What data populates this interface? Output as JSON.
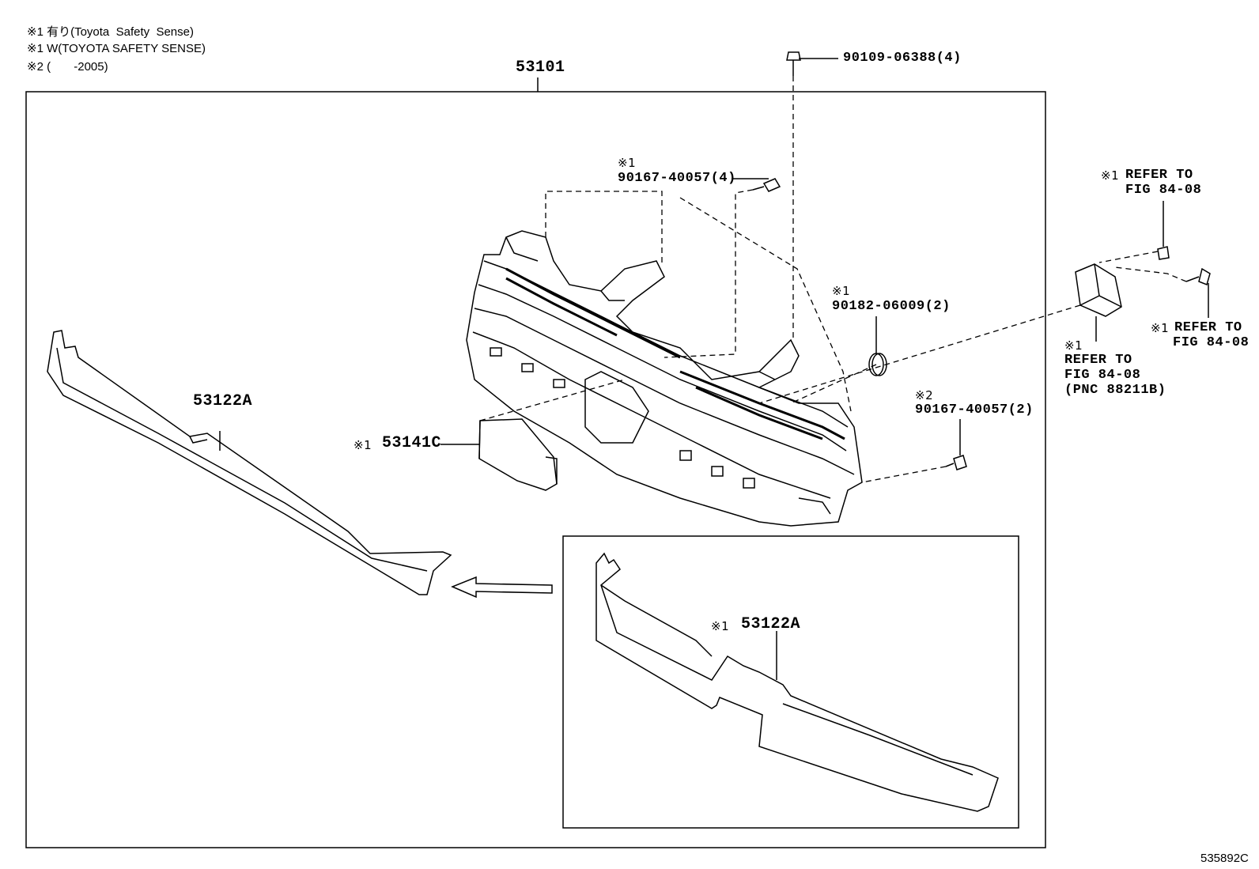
{
  "notes": [
    "※1 有り(Toyota  Safety  Sense)",
    "※1 W(TOYOTA SAFETY SENSE)",
    "※2 (       -2005)"
  ],
  "parts": {
    "grille_assembly": "53101",
    "bolt_top": "90109-06388(4)",
    "screw_upper_mark": "※1",
    "screw_upper": "90167-40057(4)",
    "clip_mark": "※1",
    "clip": "90182-06009(2)",
    "screw_lower_mark": "※2",
    "screw_lower": "90167-40057(2)",
    "molding_main": "53122A",
    "emblem_mark": "※1",
    "emblem": "53141C",
    "molding_inset_mark": "※1",
    "molding_inset": "53122A",
    "refer_top_mark": "※1",
    "refer_top_line1": "REFER TO",
    "refer_top_line2": "FIG 84-08",
    "refer_right_mark": "※1",
    "refer_right_line1": "REFER TO",
    "refer_right_line2": "FIG 84-08",
    "refer_sensor_mark": "※1",
    "refer_sensor_line1": "REFER TO",
    "refer_sensor_line2": "FIG 84-08",
    "refer_sensor_line3": "(PNC 88211B)"
  },
  "doc_id": "535892C",
  "colors": {
    "line": "#000000",
    "background": "#ffffff"
  }
}
